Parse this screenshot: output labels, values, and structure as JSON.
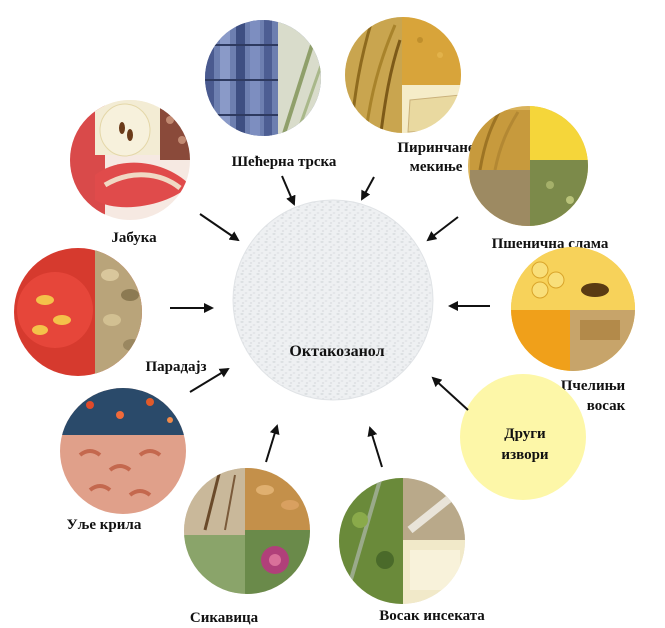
{
  "center": {
    "label": "Октакозанол"
  },
  "sources": [
    {
      "id": "sugarcane",
      "label": "Шећерна трска"
    },
    {
      "id": "rice-bran",
      "label_lines": [
        "Пиринчане",
        "мекиње"
      ]
    },
    {
      "id": "apple",
      "label": "Јабука"
    },
    {
      "id": "wheat-straw",
      "label": "Пшенична слама"
    },
    {
      "id": "tomato",
      "label": "Парадајз"
    },
    {
      "id": "beeswax",
      "label_lines": [
        "Пчелињи",
        "восак"
      ]
    },
    {
      "id": "krill-oil",
      "label": "Уље крила"
    },
    {
      "id": "thistle",
      "label": "Сикавица"
    },
    {
      "id": "insect-wax",
      "label": "Восак инсеката"
    },
    {
      "id": "other",
      "label_lines": [
        "Други",
        "извори"
      ]
    }
  ],
  "colors": {
    "other_circle": "#fdf7a8",
    "arrow": "#111111",
    "center_fill": "#eceff1"
  }
}
